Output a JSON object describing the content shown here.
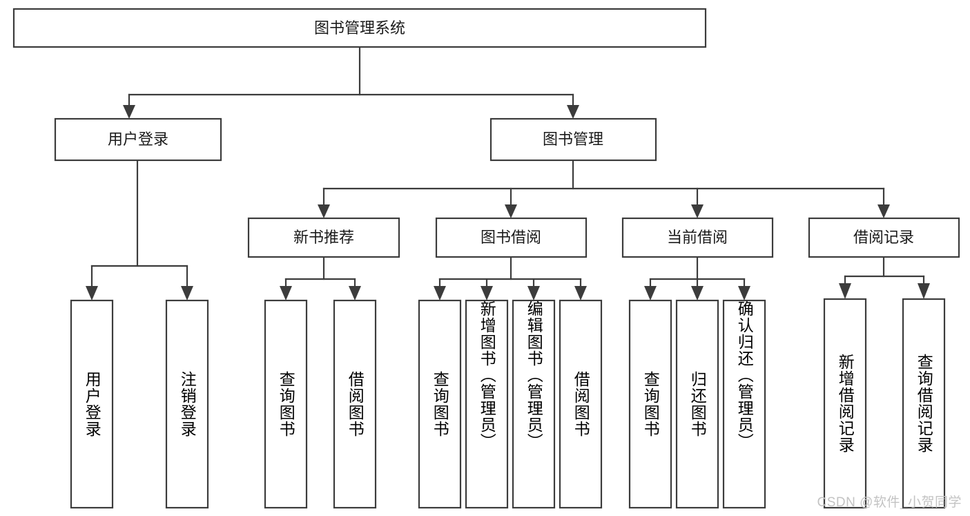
{
  "diagram": {
    "title": "图书管理系统",
    "type": "tree",
    "watermark": "CSDN @软件_小贺同学",
    "colors": {
      "box_stroke": "#3c3c3c",
      "box_fill": "#ffffff",
      "text": "#1a1a1a",
      "connector": "#3c3c3c",
      "watermark": "#c3c3c3",
      "background": "#ffffff"
    },
    "root": {
      "label": "图书管理系统",
      "children": [
        {
          "label": "用户登录",
          "children": [
            {
              "label": "用户登录"
            },
            {
              "label": "注销登录"
            }
          ]
        },
        {
          "label": "图书管理",
          "children": [
            {
              "label": "新书推荐",
              "children": [
                {
                  "label": "查询图书"
                },
                {
                  "label": "借阅图书"
                }
              ]
            },
            {
              "label": "图书借阅",
              "children": [
                {
                  "label": "查询图书"
                },
                {
                  "label": "新增图书（管理员）"
                },
                {
                  "label": "编辑图书（管理员）"
                },
                {
                  "label": "借阅图书"
                }
              ]
            },
            {
              "label": "当前借阅",
              "children": [
                {
                  "label": "查询图书"
                },
                {
                  "label": "归还图书"
                },
                {
                  "label": "确认归还（管理员）"
                }
              ]
            },
            {
              "label": "借阅记录",
              "children": [
                {
                  "label": "新增借阅记录"
                },
                {
                  "label": "查询借阅记录"
                }
              ]
            }
          ]
        }
      ]
    },
    "nodes": {
      "root": {
        "label": "图书管理系统"
      },
      "level2": [
        {
          "label": "用户登录"
        },
        {
          "label": "图书管理"
        }
      ],
      "level3": [
        {
          "label": "新书推荐"
        },
        {
          "label": "图书借阅"
        },
        {
          "label": "当前借阅"
        },
        {
          "label": "借阅记录"
        }
      ],
      "leaves": [
        {
          "label": "用户登录"
        },
        {
          "label": "注销登录"
        },
        {
          "label": "查询图书"
        },
        {
          "label": "借阅图书"
        },
        {
          "label": "查询图书"
        },
        {
          "label": "新增图书（管理员）"
        },
        {
          "label": "编辑图书（管理员）"
        },
        {
          "label": "借阅图书"
        },
        {
          "label": "查询图书"
        },
        {
          "label": "归还图书"
        },
        {
          "label": "确认归还（管理员）"
        },
        {
          "label": "新增借阅记录"
        },
        {
          "label": "查询借阅记录"
        }
      ]
    }
  }
}
